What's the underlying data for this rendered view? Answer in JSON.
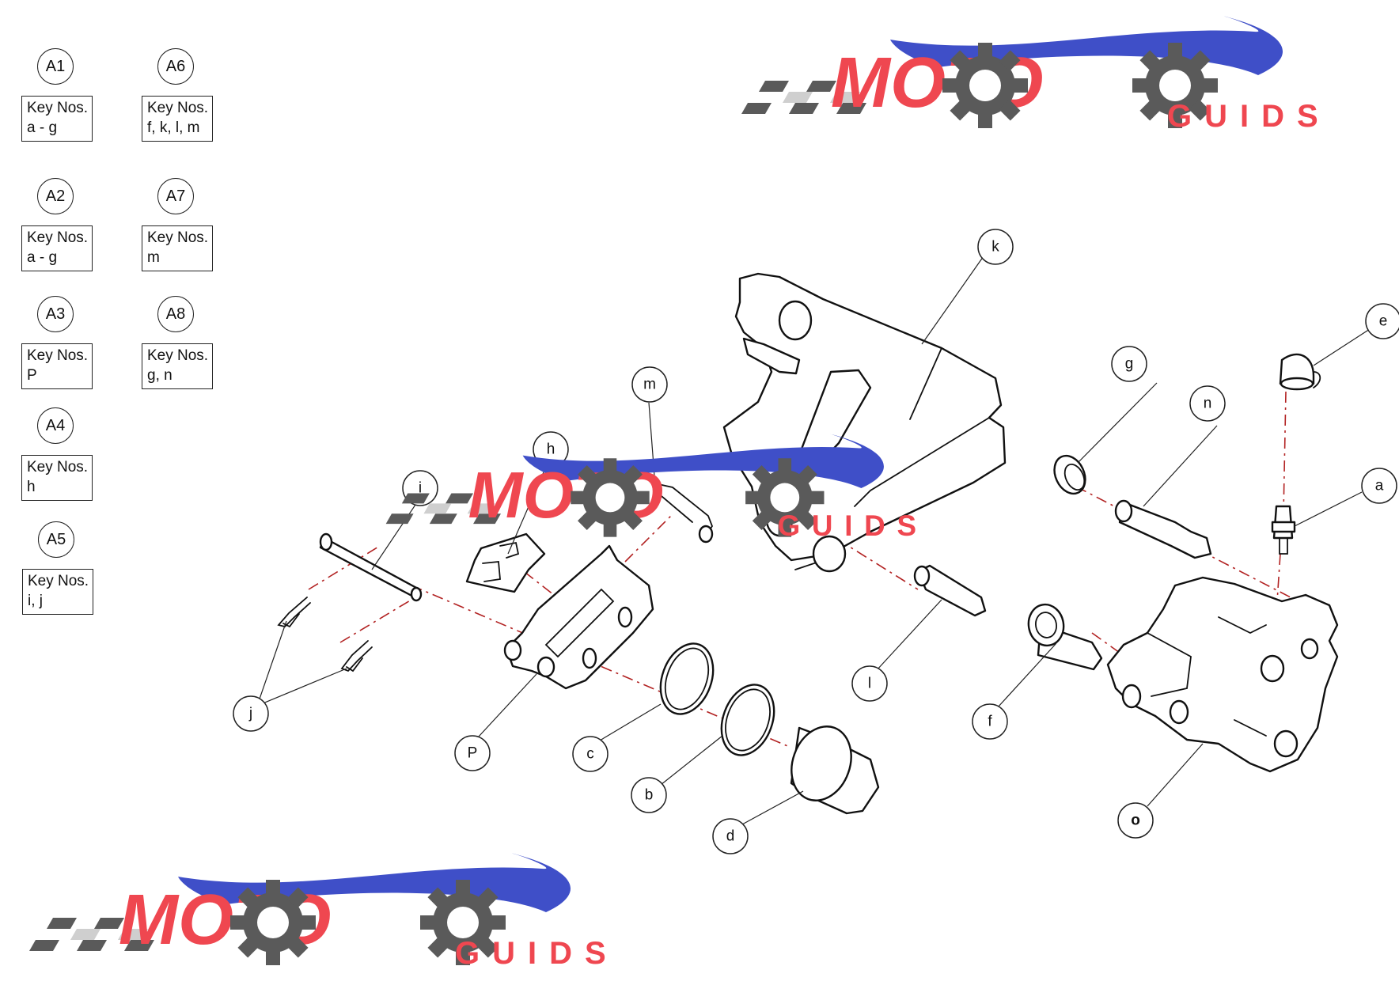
{
  "reference_groups": [
    {
      "ref": "A1",
      "label": "Key Nos.",
      "keys": "a - g"
    },
    {
      "ref": "A6",
      "label": "Key Nos.",
      "keys": "f, k, l, m"
    },
    {
      "ref": "A2",
      "label": "Key Nos.",
      "keys": "a - g"
    },
    {
      "ref": "A7",
      "label": "Key Nos.",
      "keys": "m"
    },
    {
      "ref": "A3",
      "label": "Key Nos.",
      "keys": "P"
    },
    {
      "ref": "A8",
      "label": "Key Nos.",
      "keys": "g, n"
    },
    {
      "ref": "A4",
      "label": "Key Nos.",
      "keys": "h"
    },
    {
      "ref": "A5",
      "label": "Key Nos.",
      "keys": "i, j"
    }
  ],
  "callouts": {
    "a": "a",
    "b": "b",
    "c": "c",
    "d": "d",
    "e": "e",
    "f": "f",
    "g": "g",
    "h": "h",
    "i": "i",
    "j": "j",
    "k": "k",
    "l": "l",
    "m": "m",
    "n": "n",
    "o": "o",
    "p": "P"
  },
  "watermark": {
    "text_moto": "MOTO",
    "text_guids": "GUIDS",
    "colors": {
      "red": "#ef4750",
      "gray": "#5a5a5a",
      "blue": "#3f4fc8"
    }
  }
}
